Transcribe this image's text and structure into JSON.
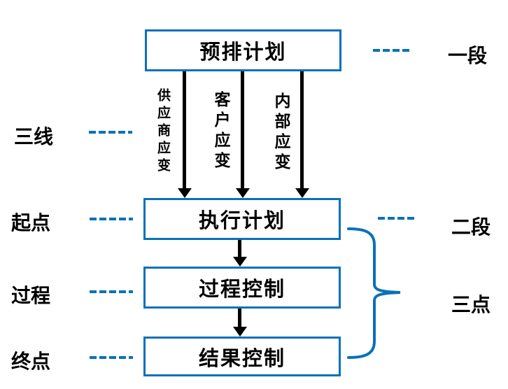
{
  "colors": {
    "accent_blue": "#0971B9",
    "ink_black": "#000000",
    "background": "#ffffff"
  },
  "flow_boxes": {
    "preplan": "预排计划",
    "execute": "执行计划",
    "process_control": "过程控制",
    "result_control": "结果控制"
  },
  "arrow_labels": {
    "supplier": "供应商应变",
    "customer": "客户应变",
    "internal": "内部应变"
  },
  "left_labels": {
    "three_lines": "三线",
    "start_point": "起点",
    "process": "过程",
    "end_point": "终点"
  },
  "right_labels": {
    "segment_one": "一段",
    "segment_two": "二段",
    "three_points": "三点"
  }
}
